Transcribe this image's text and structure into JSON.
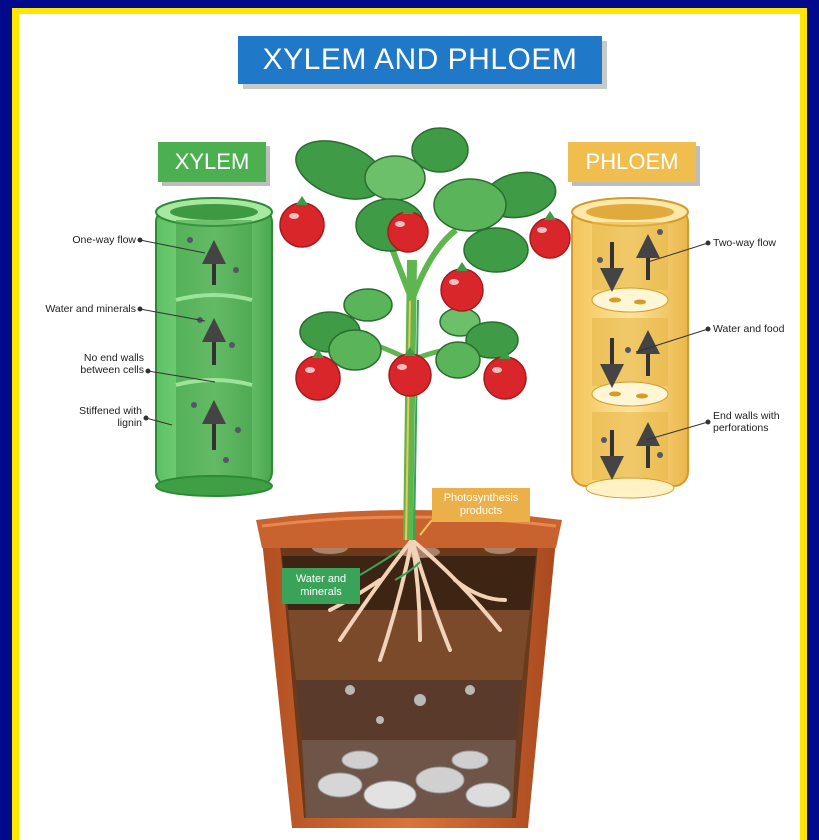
{
  "title": "XYLEM AND PHLOEM",
  "xylem": {
    "heading": "XYLEM",
    "labels": [
      "One-way flow",
      "Water and minerals",
      "No end walls between cells",
      "Stiffened with lignin"
    ]
  },
  "phloem": {
    "heading": "PHLOEM",
    "labels": [
      "Two-way flow",
      "Water and food",
      "End walls with perforations"
    ]
  },
  "plant": {
    "photosynthesis_label": "Photosynthesis products",
    "water_label": "Water and minerals"
  },
  "colors": {
    "frame": "#000a8a",
    "border": "#ffe600",
    "title_bg": "#1f78c8",
    "xylem_green": "#4caf50",
    "phloem_yellow": "#f0bd4f",
    "tomato_red": "#d8262a",
    "leaf_green": "#3f9b45",
    "pot_terracotta": "#c8632f"
  }
}
